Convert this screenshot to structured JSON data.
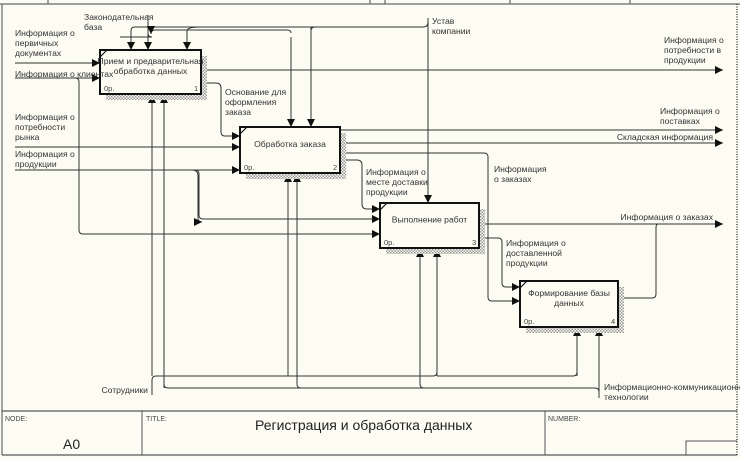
{
  "diagram": {
    "type": "IDEF0",
    "boxes": [
      {
        "id": "A1",
        "label_lines": [
          "Прием и предварительная",
          "обработка данных"
        ],
        "cost": "0р.",
        "number": "1"
      },
      {
        "id": "A2",
        "label_lines": [
          "Обработка заказа"
        ],
        "cost": "0р.",
        "number": "2"
      },
      {
        "id": "A3",
        "label_lines": [
          "Выполнение работ"
        ],
        "cost": "0р.",
        "number": "3"
      },
      {
        "id": "A4",
        "label_lines": [
          "Формирование базы",
          "данных"
        ],
        "cost": "0р.",
        "number": "4"
      }
    ],
    "inputs": [
      {
        "label_lines": [
          "Информация о",
          "первичных",
          "документах"
        ]
      },
      {
        "label_lines": [
          "Информация о клиентах"
        ]
      },
      {
        "label_lines": [
          "Информация о",
          "потребности",
          "рынка"
        ]
      },
      {
        "label_lines": [
          "Информация о",
          "продукции"
        ]
      }
    ],
    "controls": [
      {
        "label_lines": [
          "Законодательная",
          "база"
        ]
      },
      {
        "label_lines": [
          "Устав",
          "компании"
        ]
      }
    ],
    "mechanisms": [
      {
        "label_lines": [
          "Сотрудники"
        ]
      },
      {
        "label_lines": [
          "Информационно-коммуникационные",
          "технологии"
        ]
      }
    ],
    "outputs": [
      {
        "label_lines": [
          "Информация о",
          "потребности в",
          "продукции"
        ]
      },
      {
        "label_lines": [
          "Информация о",
          "поставках"
        ]
      },
      {
        "label_lines": [
          "Складская информация"
        ]
      },
      {
        "label_lines": [
          "Информация о заказах"
        ]
      }
    ],
    "internal_arrows": [
      {
        "label_lines": [
          "Основание для",
          "оформления",
          "заказа"
        ]
      },
      {
        "label_lines": [
          "Информация о",
          "месте доставки",
          "продукции"
        ]
      },
      {
        "label_lines": [
          "Информация",
          "о заказах"
        ]
      },
      {
        "label_lines": [
          "Информация о",
          "доставленной",
          "продукции"
        ]
      }
    ]
  },
  "footer": {
    "node_label": "NODE:",
    "node_value": "A0",
    "title_label": "TITLE:",
    "title_value": "Регистрация и обработка данных",
    "number_label": "NUMBER:"
  }
}
